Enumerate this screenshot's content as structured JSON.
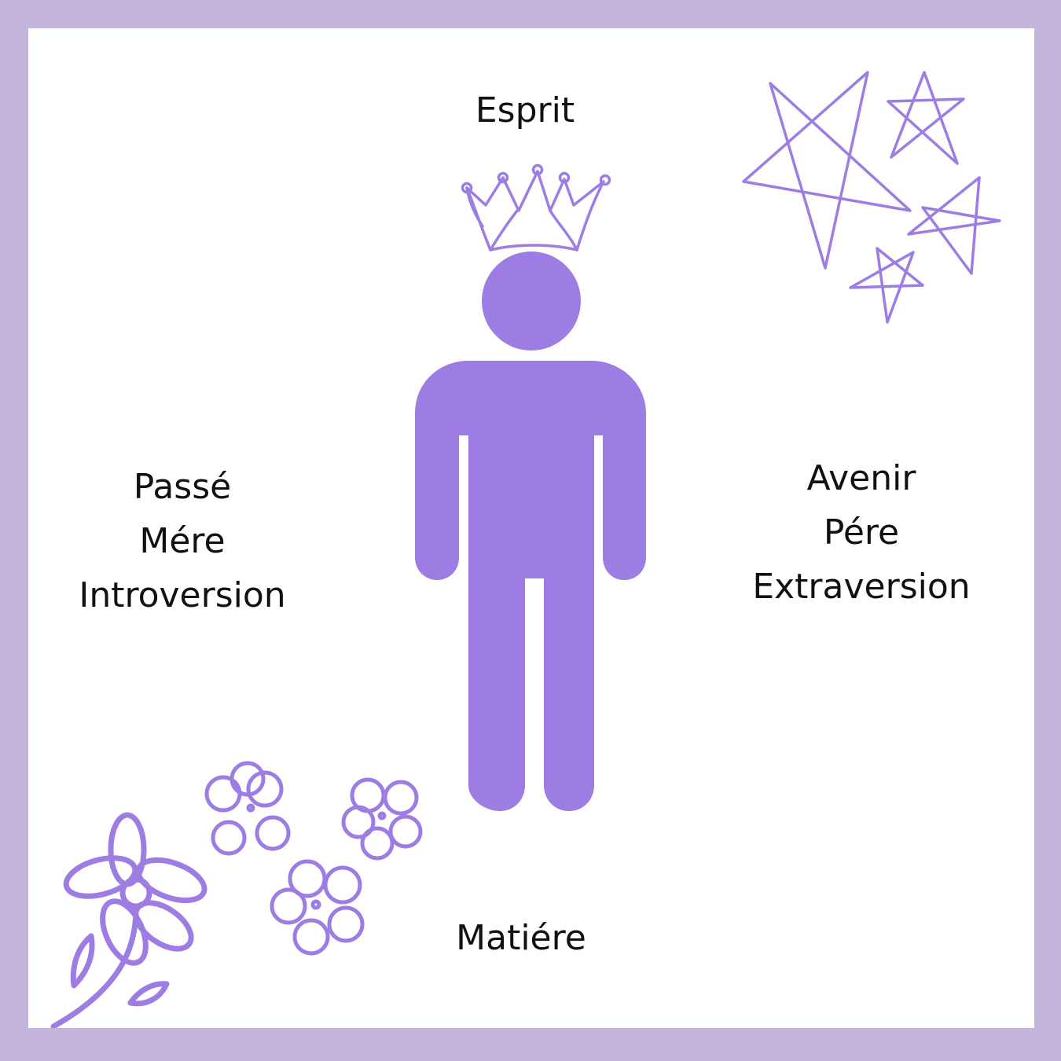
{
  "labels": {
    "top": "Esprit",
    "left": [
      "Passé",
      "Mére",
      "Introversion"
    ],
    "right": [
      "Avenir",
      "Pére",
      "Extraversion"
    ],
    "bottom": "Matiére"
  },
  "colors": {
    "frame": "#c3b4d9",
    "figure": "#9d7de4",
    "doodle": "#9d7de4"
  },
  "icons": [
    "crown-icon",
    "person-icon",
    "star-icon",
    "flower-icon"
  ]
}
